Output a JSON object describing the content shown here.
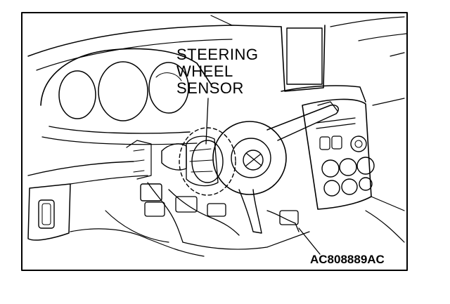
{
  "callout": {
    "line1": "STEERING",
    "line2": "WHEEL",
    "line3": "SENSOR"
  },
  "figure_code": "AC808889AC",
  "colors": {
    "ink": "#000000",
    "background": "#ffffff"
  }
}
